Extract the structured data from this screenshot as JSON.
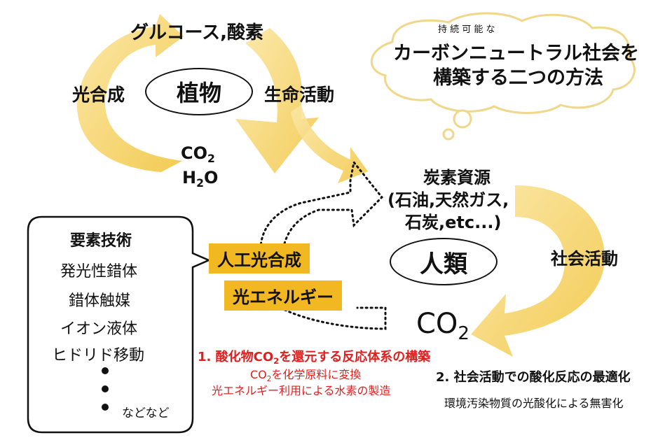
{
  "plant_cycle": {
    "top_label": "グルコース,酸素",
    "left_label": "光合成",
    "center_label": "植物",
    "right_label": "生命活動",
    "bottom_label_1": "CO",
    "bottom_label_1_sub": "2",
    "bottom_label_2_a": "H",
    "bottom_label_2_sub": "2",
    "bottom_label_2_b": "O"
  },
  "cloud": {
    "furigana": "持 続 可 能 な",
    "line1": "カーボンニュートラル社会を",
    "line2": "構築する二つの方法"
  },
  "human": {
    "resource_line1": "炭素資源",
    "resource_line2": "(石油,天然ガス,",
    "resource_line3": "石炭,etc...)",
    "center_label": "人類",
    "activity_label": "社会活動",
    "co2_a": "CO",
    "co2_sub": "2"
  },
  "tech_panel": {
    "title": "要素技術",
    "items": [
      "発光性錯体",
      "錯体触媒",
      "イオン液体",
      "ヒドリド移動"
    ],
    "etc": "などなど"
  },
  "highlights": {
    "artificial": "人工光合成",
    "light_energy": "光エネルギー"
  },
  "method1": {
    "title_a": "1. 酸化物CO",
    "title_sub": "2",
    "title_b": "を還元する反応体系の構築",
    "line1_a": "CO",
    "line1_sub": "2",
    "line1_b": "を化学原料に変換",
    "line2": "光エネルギー利用による水素の製造"
  },
  "method2": {
    "title": "2. 社会活動での酸化反応の最適化",
    "line1": "環境汚染物質の光酸化による無害化"
  },
  "colors": {
    "arrow": "#f5d066",
    "highlight": "#f2b822",
    "red": "#e02020"
  }
}
